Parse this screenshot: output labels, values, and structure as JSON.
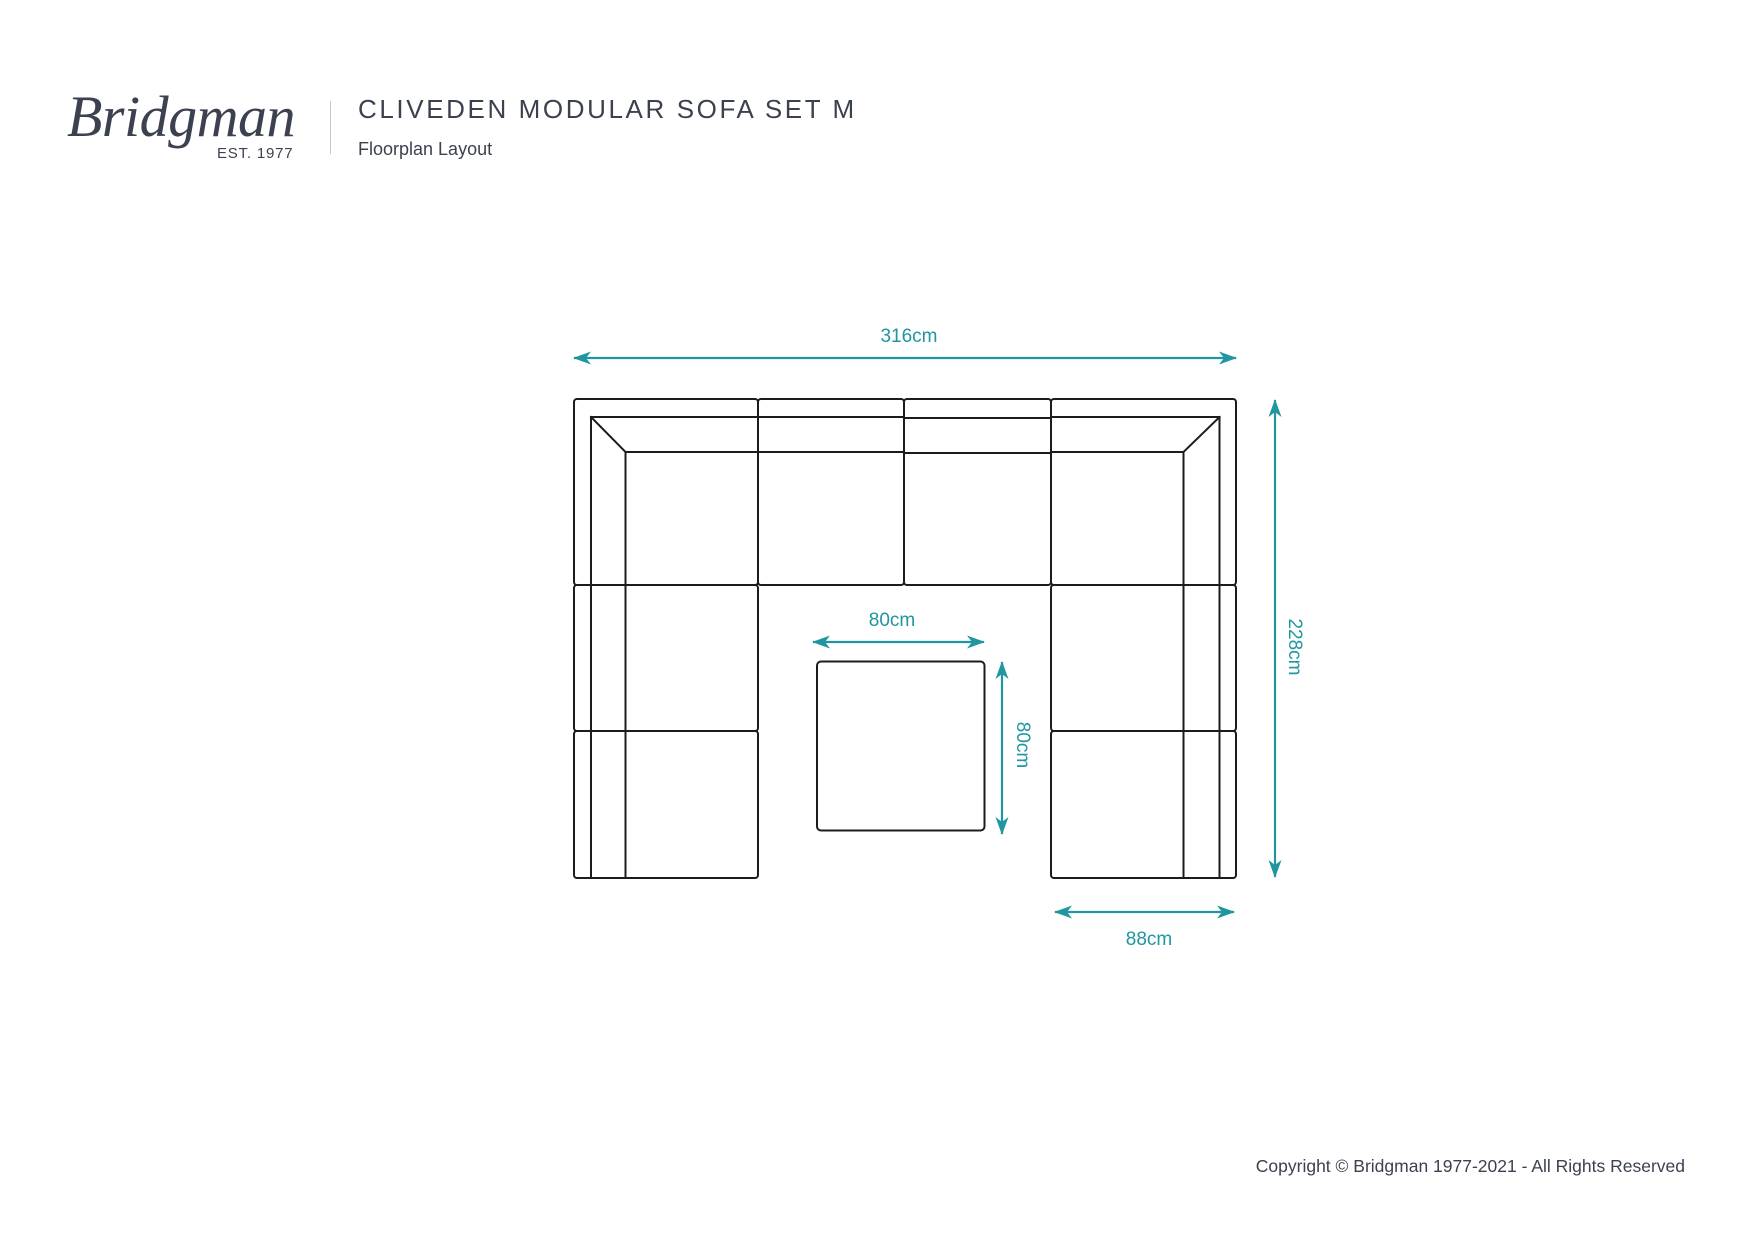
{
  "brand": {
    "logo_text": "Bridgman",
    "established": "EST. 1977"
  },
  "header": {
    "title": "CLIVEDEN MODULAR SOFA SET M",
    "subtitle": "Floorplan Layout"
  },
  "floorplan": {
    "overall_width": "316cm",
    "overall_depth": "228cm",
    "table_width": "80cm",
    "table_depth": "80cm",
    "module_width": "88cm"
  },
  "footer": {
    "copyright": "Copyright © Bridgman 1977-2021 - All Rights Reserved"
  },
  "colors": {
    "dimension": "#2096a0",
    "outline": "#1c1c1c",
    "text": "#3c4150",
    "background": "#ffffff"
  }
}
